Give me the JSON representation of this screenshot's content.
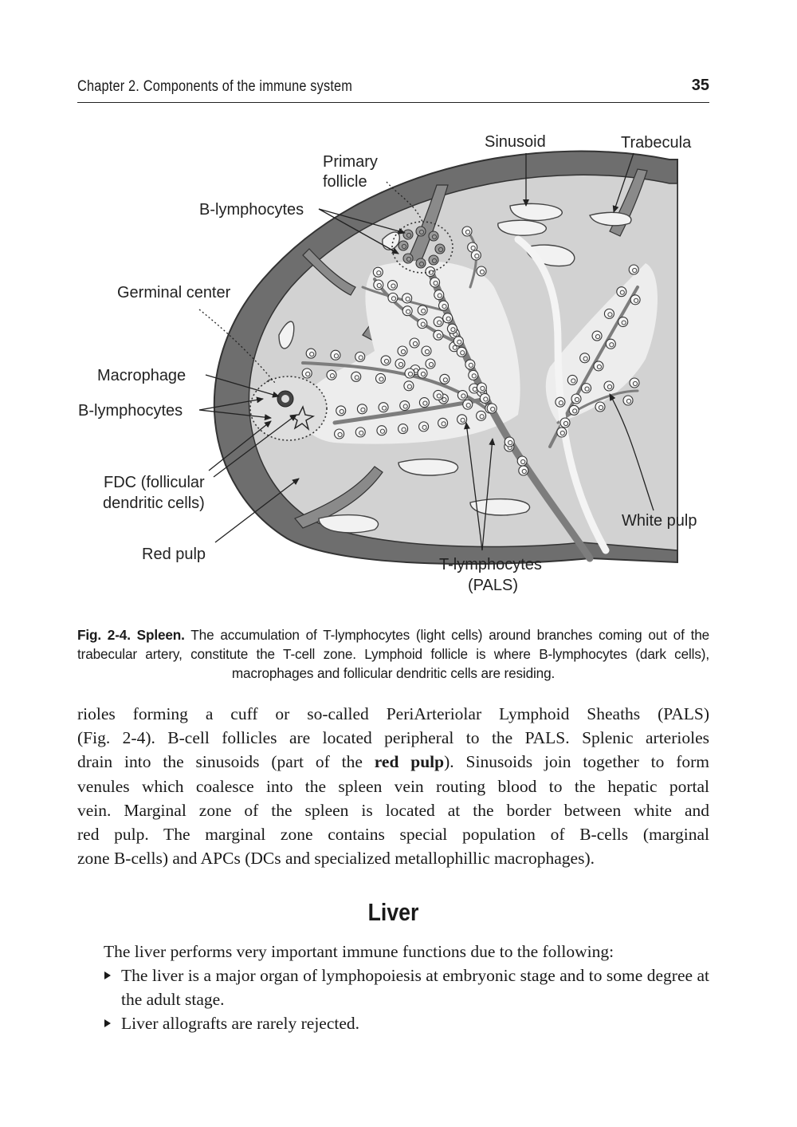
{
  "header": {
    "chapter": "Chapter 2. Components of the immune system",
    "page_number": "35"
  },
  "figure": {
    "labels": {
      "sinusoid": "Sinusoid",
      "trabecula": "Trabecula",
      "primary_follicle_1": "Primary",
      "primary_follicle_2": "follicle",
      "b_lymphocytes_top": "B-lymphocytes",
      "germinal_center": "Germinal center",
      "macrophage": "Macrophage",
      "b_lymphocytes_left": "B-lymphocytes",
      "fdc_1": "FDC (follicular",
      "fdc_2": "dendritic cells)",
      "red_pulp": "Red pulp",
      "white_pulp": "White pulp",
      "t_lymphocytes_1": "T-lymphocytes",
      "t_lymphocytes_2": "(PALS)"
    },
    "colors": {
      "capsule": "#6e6e6e",
      "red_pulp": "#d2d2d2",
      "white_pulp": "#ededed",
      "vessel": "#7d7d7d",
      "outline": "#333333"
    }
  },
  "caption": {
    "label": "Fig. 2-4. Spleen.",
    "text": " The accumulation of T-lymphocytes (light cells) around branches coming out of the trabecular artery, constitute the T-cell zone. Lymphoid follicle is where B-lymphocytes (dark cells), macrophages and follicular dendritic cells are residing."
  },
  "body": {
    "lines": [
      "rioles forming a cuff or so-called PeriArteriolar Lymphoid Sheaths (PALS)",
      "(Fig. 2-4). B-cell follicles are located peripheral to the PALS. Splenic arterioles",
      "drain into the sinusoids (part of the ",
      "venules which coalesce into the spleen vein routing blood to the hepatic portal",
      "vein. Marginal zone of the spleen is located at the border between white and",
      "red pulp. The marginal zone contains special population of B-cells (marginal",
      "zone B-cells) and APCs (DCs and specialized metallophillic macrophages)."
    ],
    "line3_bold": "red pulp",
    "line3_rest": "). Sinusoids join together to form"
  },
  "section": {
    "title": "Liver",
    "intro": "The liver performs very important immune functions due to the following:",
    "bullets": [
      "The liver is a major organ of lymphopoiesis at embryonic stage and to some degree at the adult stage.",
      "Liver allografts are rarely rejected."
    ]
  }
}
